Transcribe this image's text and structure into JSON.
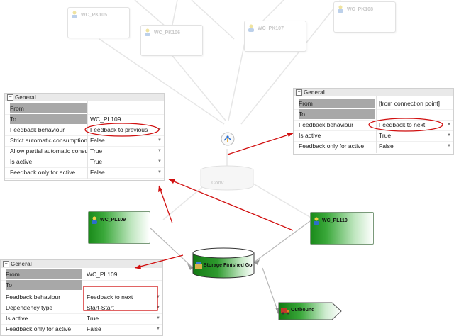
{
  "nodes": {
    "wc_pk105": "WC_PK105",
    "wc_pk106": "WC_PK106",
    "wc_pk107": "WC_PK107",
    "wc_pk108": "WC_PK108",
    "conv": "Conv",
    "wc_pl109": "WC_PL109",
    "wc_pl110": "WC_PL110",
    "storage": "Storage Finished Goods",
    "outbound": "Outbound"
  },
  "panel_left_top": {
    "header": "General",
    "rows": [
      {
        "key": "From",
        "value": ""
      },
      {
        "key": "To",
        "value": "WC_PL109"
      },
      {
        "key": "Feedback behaviour",
        "value": "Feedback to previous"
      },
      {
        "key": "Strict automatic consumption",
        "value": "False"
      },
      {
        "key": "Allow partial automatic consumption",
        "value": "True"
      },
      {
        "key": "Is active",
        "value": "True"
      },
      {
        "key": "Feedback only for active",
        "value": "False"
      }
    ]
  },
  "panel_right_top": {
    "header": "General",
    "rows": [
      {
        "key": "From",
        "value": "[from connection point]"
      },
      {
        "key": "To",
        "value": ""
      },
      {
        "key": "Feedback behaviour",
        "value": "Feedback to next"
      },
      {
        "key": "Is active",
        "value": "True"
      },
      {
        "key": "Feedback only for active",
        "value": "False"
      }
    ]
  },
  "panel_bottom": {
    "header": "General",
    "rows": [
      {
        "key": "From",
        "value": "WC_PL109"
      },
      {
        "key": "To",
        "value": ""
      },
      {
        "key": "Feedback behaviour",
        "value": "Feedback to next"
      },
      {
        "key": "Dependency type",
        "value": "Start-Start"
      },
      {
        "key": "Is active",
        "value": "True"
      },
      {
        "key": "Feedback only for active",
        "value": "False"
      }
    ]
  },
  "colors": {
    "highlight": "#d11010",
    "green": "#1a8a1a",
    "outbound": "#2e8b2e"
  }
}
